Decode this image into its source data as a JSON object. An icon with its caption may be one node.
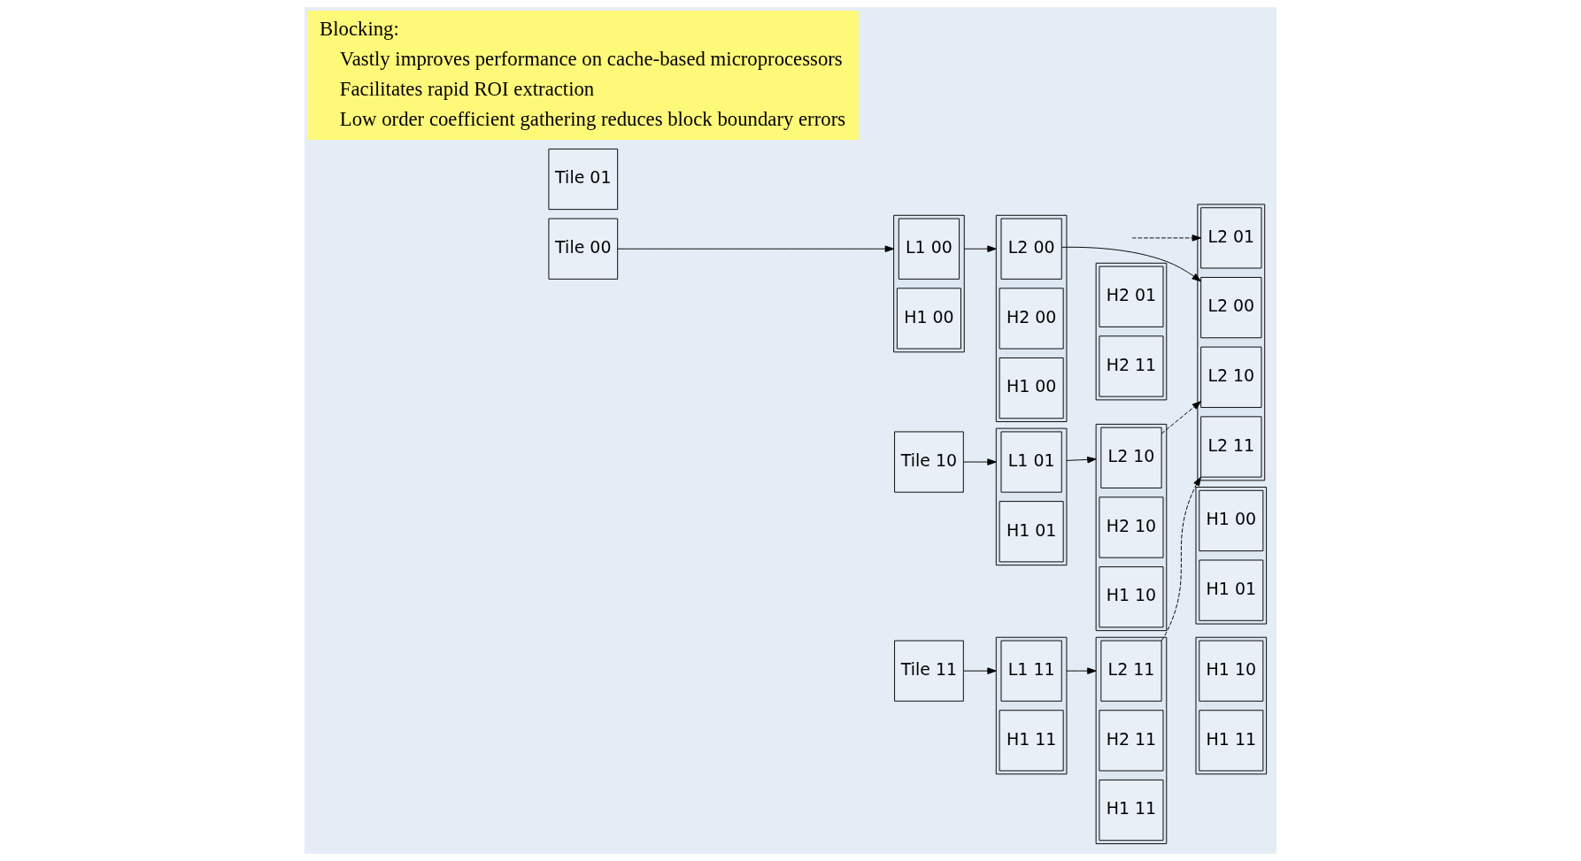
{
  "diagram": {
    "nodes": [
      {
        "text": [
          "Tile 00"
        ]
      },
      {
        "text": [],
        "shape": "box"
      },
      {
        "text": [
          "L1 00"
        ],
        "in": 1
      },
      {
        "text": [
          "H1 00"
        ],
        "in": 1
      },
      {
        "text": [],
        "shape": "box"
      },
      {
        "text": [
          "L2 00"
        ],
        "in": 4
      },
      {
        "text": [
          "H2 00"
        ],
        "in": 4
      },
      {
        "text": [
          "H1 00"
        ],
        "in": 4
      },
      {
        "text": [
          "Tile 01"
        ]
      },
      {
        "text": [],
        "shape": "box"
      },
      {
        "text": [
          "L2 00"
        ],
        "in": 9
      },
      {
        "text": [
          "L2 01"
        ],
        "in": 9
      },
      {
        "text": [
          "L2 10"
        ],
        "in": 9
      },
      {
        "text": [
          "L2 11"
        ],
        "in": 9
      },
      {
        "text": [],
        "shape": "box"
      },
      {
        "text": [
          "H2 01"
        ],
        "in": 14
      },
      {
        "text": [
          "H2 11"
        ],
        "in": 14
      },
      {
        "text": [
          "Tile 10"
        ]
      },
      {
        "text": [],
        "shape": "box"
      },
      {
        "text": [
          "L1 01"
        ],
        "in": 18
      },
      {
        "text": [
          "H1 01"
        ],
        "in": 18
      },
      {
        "text": [],
        "shape": "box"
      },
      {
        "text": [
          "L2 10"
        ],
        "in": 21
      },
      {
        "text": [
          "H2 10"
        ],
        "in": 21
      },
      {
        "text": [
          "H1 10"
        ],
        "in": 21
      },
      {
        "text": [],
        "shape": "box"
      },
      {
        "text": [
          "H1 00"
        ],
        "in": 25
      },
      {
        "text": [
          "H1 01"
        ],
        "in": 25
      },
      {
        "text": [
          "Tile 11"
        ]
      },
      {
        "text": [],
        "shape": "box"
      },
      {
        "text": [
          "L1 11"
        ],
        "in": 29
      },
      {
        "text": [
          "H1 11"
        ],
        "in": 29
      },
      {
        "text": [],
        "shape": "box"
      },
      {
        "text": [
          "L2 11"
        ],
        "in": 32
      },
      {
        "text": [
          "H2 11"
        ],
        "in": 32
      },
      {
        "text": [
          "H1 11"
        ],
        "in": 32
      },
      {
        "text": [],
        "shape": "box"
      },
      {
        "text": [
          "H1 10"
        ],
        "in": 36
      },
      {
        "text": [
          "H1 11"
        ],
        "in": 36
      }
    ],
    "edges": [
      {
        "from": 0,
        "to": 1,
        "arrow": "to"
      },
      {
        "from": 1,
        "to": 4,
        "arrow": "to"
      },
      {
        "from": 17,
        "to": 18,
        "arrow": "to"
      },
      {
        "from": 18,
        "to": 21,
        "arrow": "to"
      },
      {
        "from": 28,
        "to": 29,
        "arrow": "to"
      },
      {
        "from": 29,
        "to": 32,
        "arrow": "to"
      },
      {
        "from": 5,
        "to": 10,
        "arrow": "to"
      },
      {
        "from": null,
        "to": 11,
        "arrow": "to",
        "style": "dashed"
      },
      {
        "from": 22,
        "to": 12,
        "arrow": "to",
        "style": "dashed"
      },
      {
        "from": 33,
        "to": 13,
        "arrow": "to",
        "style": "dashed"
      }
    ],
    "labels": [
      "Blocking:",
      "Vastly improves performance on cache-based microprocessors",
      "Facilitates rapid ROI extraction",
      "Low order coefficient gathering reduces block boundary errors"
    ]
  }
}
